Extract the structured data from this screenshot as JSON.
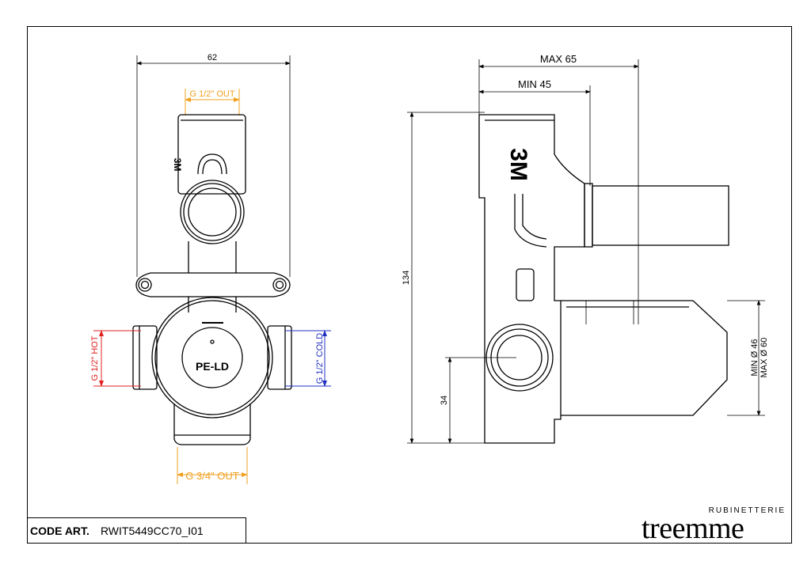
{
  "title_block": {
    "code_label": "CODE ART.",
    "code_value": "RWIT5449CC70_I01"
  },
  "brand": {
    "subtitle": "RUBINETTERIE",
    "name": "treemme"
  },
  "front_view": {
    "width_dim": "62",
    "top_outlet": "G 1/2\" OUT",
    "left_inlet": "G 1/2\" HOT",
    "right_inlet": "G 1/2\" COLD",
    "bottom_outlet": "G 3/4\" OUT",
    "cap_label": "PE-LD",
    "cast_mark": "3M"
  },
  "side_view": {
    "max_depth": "MAX  65",
    "min_depth": "MIN  45",
    "height_dim": "134",
    "low_dim": "34",
    "min_diameter": "MIN Ø 46",
    "max_diameter": "MAX Ø 60",
    "cast_mark": "3M"
  },
  "colors": {
    "orange": "#f0a020",
    "red": "#e02020",
    "blue": "#2030c0",
    "line": "#000000"
  }
}
